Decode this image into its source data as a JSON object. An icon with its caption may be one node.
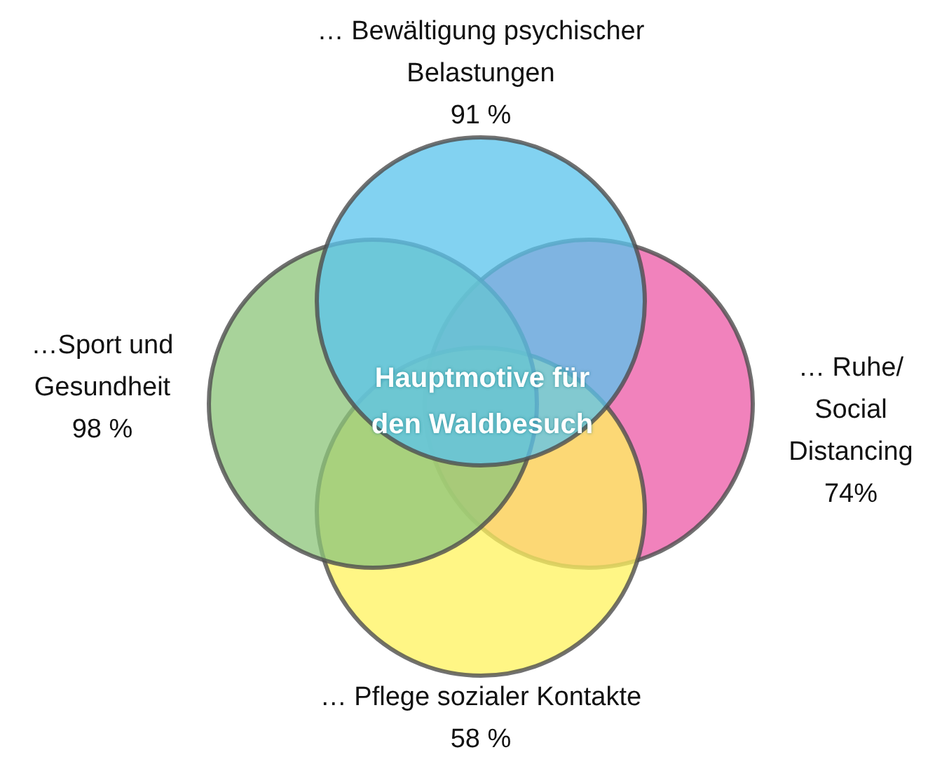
{
  "diagram": {
    "nodes": [
      {
        "text": [
          "… Bewältigung psychischer Belastungen",
          "91 %"
        ]
      },
      {
        "text": [
          "…Sport und Gesundheit",
          "98 %"
        ]
      },
      {
        "text": [
          "… Ruhe/ Social Distancing",
          "74%"
        ]
      },
      {
        "text": [
          "… Pflege sozialer Kontakte",
          "58 %"
        ]
      }
    ],
    "edges": [],
    "labels": [
      "Hauptmotive für den Waldbesuch"
    ]
  }
}
